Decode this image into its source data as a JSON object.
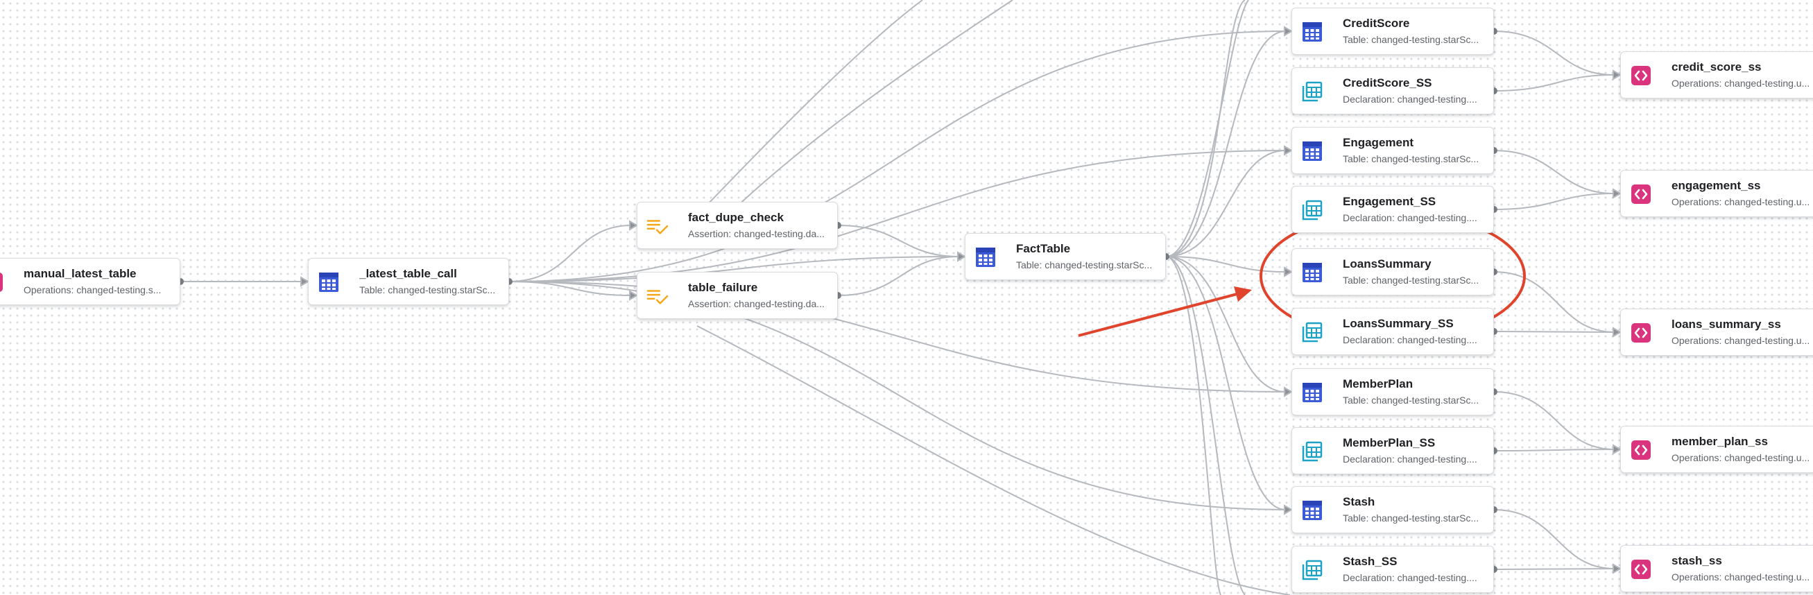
{
  "colors": {
    "table_icon": "#3c5bd6",
    "declaration_icon": "#1ba2c4",
    "operations_icon": "#d9347d",
    "assertion_icon": "#f4a71a",
    "edge": "#b5b8bd",
    "annotation": "#e0442c"
  },
  "graph": {
    "nodes": [
      {
        "id": "manual_latest_table",
        "name": "manual_latest_table",
        "sub": "Operations: changed-testing.s...",
        "kind": "operations",
        "icon": "code-brackets-icon"
      },
      {
        "id": "latest_table_call",
        "name": "_latest_table_call",
        "sub": "Table: changed-testing.starSc...",
        "kind": "table",
        "icon": "table-grid-icon"
      },
      {
        "id": "fact_dupe_check",
        "name": "fact_dupe_check",
        "sub": "Assertion: changed-testing.da...",
        "kind": "assertion",
        "icon": "assertion-check-icon"
      },
      {
        "id": "table_failure",
        "name": "table_failure",
        "sub": "Assertion: changed-testing.da...",
        "kind": "assertion",
        "icon": "assertion-check-icon"
      },
      {
        "id": "FactTable",
        "name": "FactTable",
        "sub": "Table: changed-testing.starSc...",
        "kind": "table",
        "icon": "table-grid-icon"
      },
      {
        "id": "CreditScore",
        "name": "CreditScore",
        "sub": "Table: changed-testing.starSc...",
        "kind": "table",
        "icon": "table-grid-icon"
      },
      {
        "id": "CreditScore_SS",
        "name": "CreditScore_SS",
        "sub": "Declaration: changed-testing....",
        "kind": "declaration",
        "icon": "declaration-table-icon"
      },
      {
        "id": "Engagement",
        "name": "Engagement",
        "sub": "Table: changed-testing.starSc...",
        "kind": "table",
        "icon": "table-grid-icon"
      },
      {
        "id": "Engagement_SS",
        "name": "Engagement_SS",
        "sub": "Declaration: changed-testing....",
        "kind": "declaration",
        "icon": "declaration-table-icon"
      },
      {
        "id": "LoansSummary",
        "name": "LoansSummary",
        "sub": "Table: changed-testing.starSc...",
        "kind": "table",
        "icon": "table-grid-icon"
      },
      {
        "id": "LoansSummary_SS",
        "name": "LoansSummary_SS",
        "sub": "Declaration: changed-testing....",
        "kind": "declaration",
        "icon": "declaration-table-icon"
      },
      {
        "id": "MemberPlan",
        "name": "MemberPlan",
        "sub": "Table: changed-testing.starSc...",
        "kind": "table",
        "icon": "table-grid-icon"
      },
      {
        "id": "MemberPlan_SS",
        "name": "MemberPlan_SS",
        "sub": "Declaration: changed-testing....",
        "kind": "declaration",
        "icon": "declaration-table-icon"
      },
      {
        "id": "Stash",
        "name": "Stash",
        "sub": "Table: changed-testing.starSc...",
        "kind": "table",
        "icon": "table-grid-icon"
      },
      {
        "id": "Stash_SS",
        "name": "Stash_SS",
        "sub": "Declaration: changed-testing....",
        "kind": "declaration",
        "icon": "declaration-table-icon"
      },
      {
        "id": "credit_score_ss",
        "name": "credit_score_ss",
        "sub": "Operations: changed-testing.u...",
        "kind": "operations",
        "icon": "code-brackets-icon"
      },
      {
        "id": "engagement_ss",
        "name": "engagement_ss",
        "sub": "Operations: changed-testing.u...",
        "kind": "operations",
        "icon": "code-brackets-icon"
      },
      {
        "id": "loans_summary_ss",
        "name": "loans_summary_ss",
        "sub": "Operations: changed-testing.u...",
        "kind": "operations",
        "icon": "code-brackets-icon"
      },
      {
        "id": "member_plan_ss",
        "name": "member_plan_ss",
        "sub": "Operations: changed-testing.u...",
        "kind": "operations",
        "icon": "code-brackets-icon"
      },
      {
        "id": "stash_ss",
        "name": "stash_ss",
        "sub": "Operations: changed-testing.u...",
        "kind": "operations",
        "icon": "code-brackets-icon"
      }
    ],
    "edges": [
      [
        "manual_latest_table",
        "latest_table_call"
      ],
      [
        "latest_table_call",
        "fact_dupe_check"
      ],
      [
        "latest_table_call",
        "table_failure"
      ],
      [
        "latest_table_call",
        "FactTable"
      ],
      [
        "latest_table_call",
        "CreditScore"
      ],
      [
        "latest_table_call",
        "Engagement"
      ],
      [
        "latest_table_call",
        "MemberPlan"
      ],
      [
        "latest_table_call",
        "Stash"
      ],
      [
        "fact_dupe_check",
        "FactTable"
      ],
      [
        "table_failure",
        "FactTable"
      ],
      [
        "FactTable",
        "CreditScore"
      ],
      [
        "FactTable",
        "Engagement"
      ],
      [
        "FactTable",
        "LoansSummary"
      ],
      [
        "FactTable",
        "MemberPlan"
      ],
      [
        "FactTable",
        "Stash"
      ],
      [
        "CreditScore",
        "credit_score_ss"
      ],
      [
        "CreditScore_SS",
        "credit_score_ss"
      ],
      [
        "Engagement",
        "engagement_ss"
      ],
      [
        "Engagement_SS",
        "engagement_ss"
      ],
      [
        "LoansSummary",
        "loans_summary_ss"
      ],
      [
        "LoansSummary_SS",
        "loans_summary_ss"
      ],
      [
        "MemberPlan",
        "member_plan_ss"
      ],
      [
        "MemberPlan_SS",
        "member_plan_ss"
      ],
      [
        "Stash",
        "stash_ss"
      ],
      [
        "Stash_SS",
        "stash_ss"
      ]
    ],
    "highlighted_node": "LoansSummary"
  }
}
